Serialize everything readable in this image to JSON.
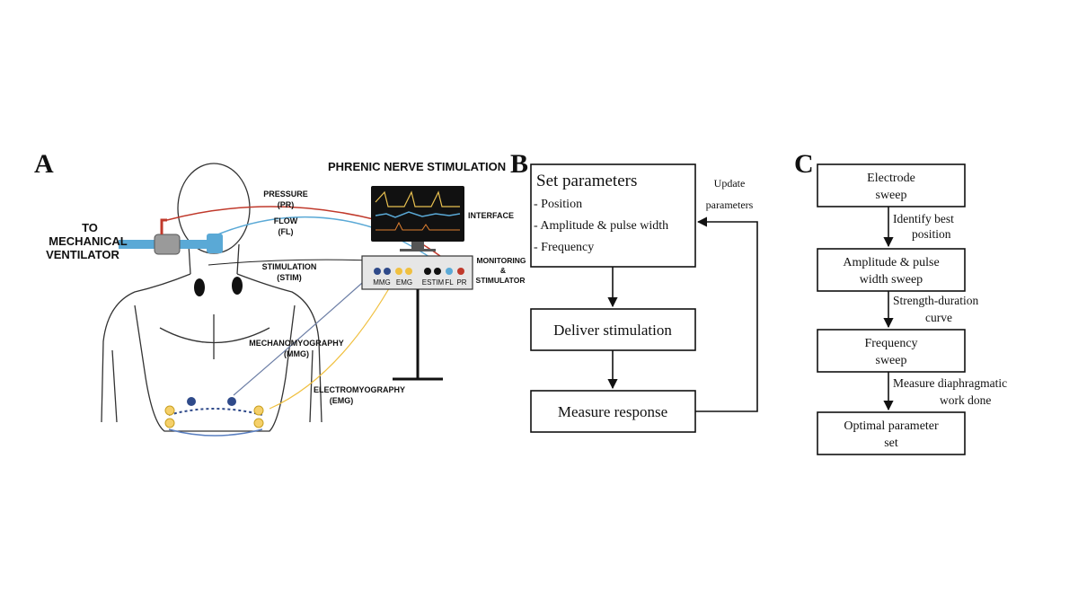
{
  "panels": {
    "a": {
      "letter": "A",
      "title": "PHRENIC NERVE STIMULATION",
      "to_ventilator": [
        "TO",
        "MECHANICAL",
        "VENTILATOR"
      ],
      "pressure": [
        "PRESSURE",
        "(PR)"
      ],
      "flow": [
        "FLOW",
        "(FL)"
      ],
      "stimulation": [
        "STIMULATION",
        "(STIM)"
      ],
      "interface": "INTERFACE",
      "monitoring": [
        "MONITORING",
        "&",
        "STIMULATOR"
      ],
      "mechanomyography": [
        "MECHANOMYOGRAPHY",
        "(MMG)"
      ],
      "electromyography": [
        "ELECTROMYOGRAPHY",
        "(EMG)"
      ],
      "ports": {
        "mmg": "MMG",
        "emg": "EMG",
        "estim": "ESTIM",
        "fl": "FL",
        "pr": "PR"
      },
      "colors": {
        "pressure": "#c0392b",
        "flow": "#5aa9d6",
        "mmg": "#2f4a8a",
        "emg": "#f0c040",
        "stim": "#222222"
      }
    },
    "b": {
      "letter": "B",
      "set_parameters": {
        "title": "Set parameters",
        "items": [
          "- Position",
          "- Amplitude & pulse width",
          "- Frequency"
        ]
      },
      "deliver": "Deliver stimulation",
      "measure": "Measure response",
      "update": [
        "Update",
        "parameters"
      ]
    },
    "c": {
      "letter": "C",
      "boxes": [
        [
          "Electrode",
          "sweep"
        ],
        [
          "Amplitude & pulse",
          "width sweep"
        ],
        [
          "Frequency",
          "sweep"
        ],
        [
          "Optimal parameter",
          "set"
        ]
      ],
      "transitions": [
        [
          "Identify best",
          "position"
        ],
        [
          "Strength-duration",
          "curve"
        ],
        [
          "Measure diaphragmatic",
          "work done"
        ]
      ]
    }
  }
}
